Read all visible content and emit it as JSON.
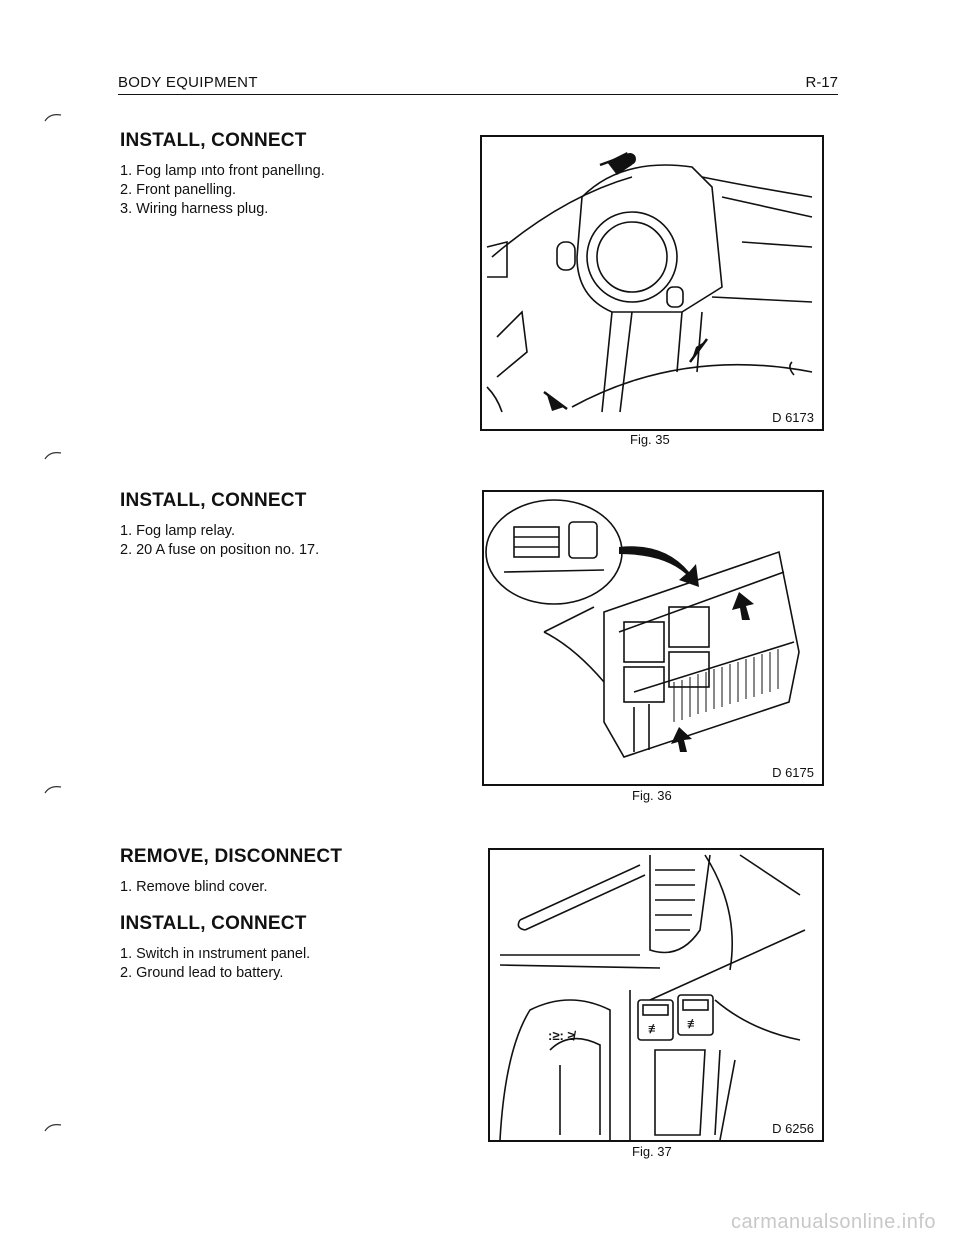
{
  "header": {
    "section": "BODY EQUIPMENT",
    "page": "R-17"
  },
  "sections": [
    {
      "blocks": [
        {
          "title": "INSTALL, CONNECT",
          "items": [
            "1. Fog lamp ınto front panellıng.",
            "2. Front panelling.",
            "3. Wiring harness plug."
          ]
        }
      ]
    },
    {
      "blocks": [
        {
          "title": "INSTALL, CONNECT",
          "items": [
            "1. Fog lamp relay.",
            "2. 20 A fuse on positıon no. 17."
          ]
        }
      ]
    },
    {
      "blocks": [
        {
          "title": "REMOVE, DISCONNECT",
          "items": [
            "1. Remove blind cover."
          ]
        },
        {
          "title": "INSTALL, CONNECT",
          "items": [
            "1. Switch in ınstrument panel.",
            "2. Ground lead to battery."
          ]
        }
      ]
    }
  ],
  "figures": [
    {
      "code": "D 6173",
      "caption": "Fig. 35"
    },
    {
      "code": "D 6175",
      "caption": "Fig. 36"
    },
    {
      "code": "D 6256",
      "caption": "Fig. 37"
    }
  ],
  "watermark": "carmanualsonline.info"
}
